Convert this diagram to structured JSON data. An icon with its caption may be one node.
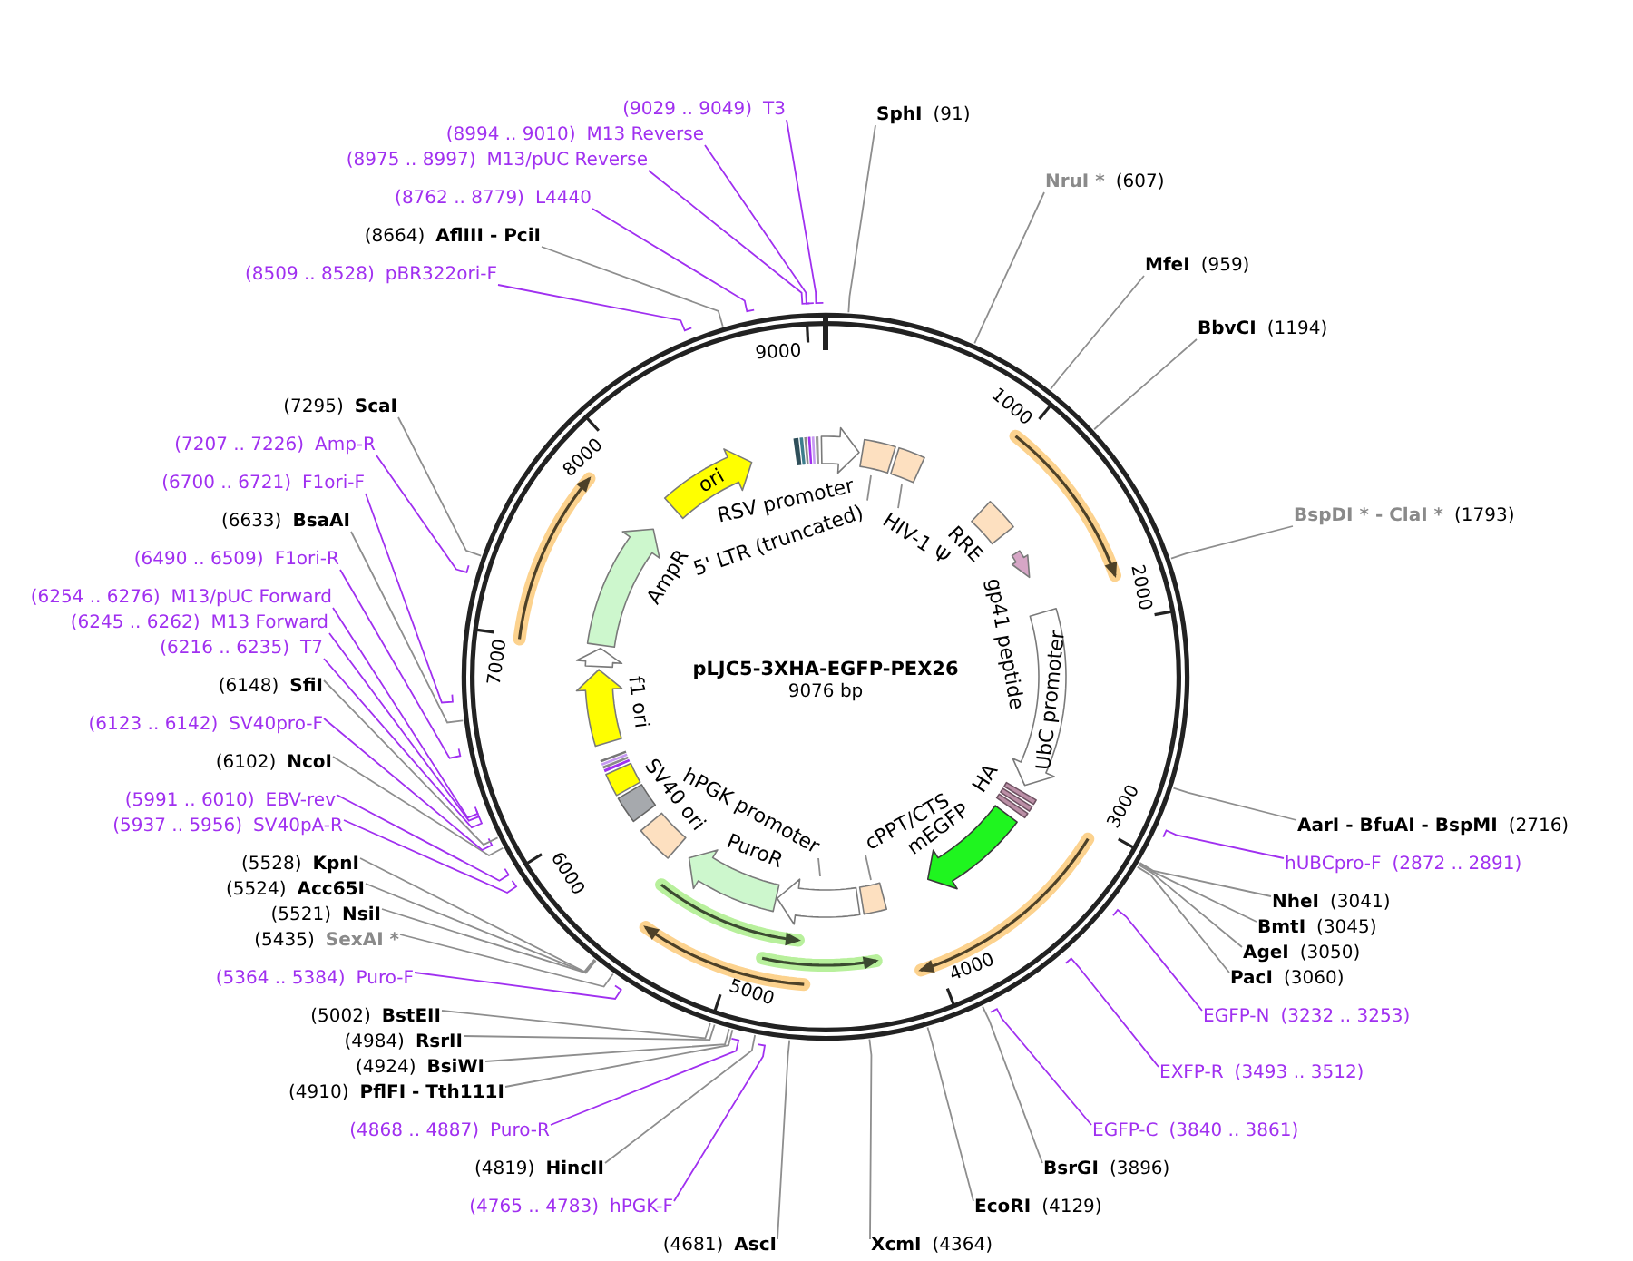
{
  "diagram": {
    "title": "pLJC5-3XHA-EGFP-PEX26",
    "nodes": [
      {
        "text": [
          "SphI",
          "(91)"
        ]
      },
      {
        "text": [
          "NruI *",
          "(607)"
        ]
      },
      {
        "text": [
          "MfeI",
          "(959)"
        ]
      },
      {
        "text": [
          "BbvCI",
          "(1194)"
        ]
      },
      {
        "text": [
          "BspDI * - ClaI *",
          "(1793)"
        ]
      },
      {
        "text": [
          "AarI - BfuAI - BspMI",
          "(2716)"
        ]
      },
      {
        "text": [
          "hUBCpro-F",
          "(2872 .. 2891)"
        ]
      },
      {
        "text": [
          "NheI",
          "(3041)"
        ]
      },
      {
        "text": [
          "BmtI",
          "(3045)"
        ]
      },
      {
        "text": [
          "AgeI",
          "(3050)"
        ]
      },
      {
        "text": [
          "PacI",
          "(3060)"
        ]
      },
      {
        "text": [
          "EGFP-N",
          "(3232 .. 3253)"
        ]
      },
      {
        "text": [
          "EXFP-R",
          "(3493 .. 3512)"
        ]
      },
      {
        "text": [
          "EGFP-C",
          "(3840 .. 3861)"
        ]
      },
      {
        "text": [
          "BsrGI",
          "(3896)"
        ]
      },
      {
        "text": [
          "EcoRI",
          "(4129)"
        ]
      },
      {
        "text": [
          "XcmI",
          "(4364)"
        ]
      },
      {
        "text": [
          "(4681)",
          "AscI"
        ]
      },
      {
        "text": [
          "(4765 .. 4783)",
          "hPGK-F"
        ]
      },
      {
        "text": [
          "(4819)",
          "HincII"
        ]
      },
      {
        "text": [
          "(4868 .. 4887)",
          "Puro-R"
        ]
      },
      {
        "text": [
          "(4910)",
          "PflFI - Tth111I"
        ]
      },
      {
        "text": [
          "(4924)",
          "BsiWI"
        ]
      },
      {
        "text": [
          "(4984)",
          "RsrII"
        ]
      },
      {
        "text": [
          "(5002)",
          "BstEII"
        ]
      },
      {
        "text": [
          "(5364 .. 5384)",
          "Puro-F"
        ]
      },
      {
        "text": [
          "(5435)",
          "SexAI *"
        ]
      },
      {
        "text": [
          "(5521)",
          "NsiI"
        ]
      },
      {
        "text": [
          "(5524)",
          "Acc65I"
        ]
      },
      {
        "text": [
          "(5528)",
          "KpnI"
        ]
      },
      {
        "text": [
          "(5937 .. 5956)",
          "SV40pA-R"
        ]
      },
      {
        "text": [
          "(5991 .. 6010)",
          "EBV-rev"
        ]
      },
      {
        "text": [
          "(6102)",
          "NcoI"
        ]
      },
      {
        "text": [
          "(6123 .. 6142)",
          "SV40pro-F"
        ]
      },
      {
        "text": [
          "(6148)",
          "SfiI"
        ]
      },
      {
        "text": [
          "(6216 .. 6235)",
          "T7"
        ]
      },
      {
        "text": [
          "(6245 .. 6262)",
          "M13 Forward"
        ]
      },
      {
        "text": [
          "(6254 .. 6276)",
          "M13/pUC Forward"
        ]
      },
      {
        "text": [
          "(6490 .. 6509)",
          "F1ori-R"
        ]
      },
      {
        "text": [
          "(6633)",
          "BsaAI"
        ]
      },
      {
        "text": [
          "(6700 .. 6721)",
          "F1ori-F"
        ]
      },
      {
        "text": [
          "(7207 .. 7226)",
          "Amp-R"
        ]
      },
      {
        "text": [
          "(7295)",
          "ScaI"
        ]
      },
      {
        "text": [
          "(8509 .. 8528)",
          "pBR322ori-F"
        ]
      },
      {
        "text": [
          "(8664)",
          "AflIII - PciI"
        ]
      },
      {
        "text": [
          "(8762 .. 8779)",
          "L4440"
        ]
      },
      {
        "text": [
          "(8975 .. 8997)",
          "M13/pUC Reverse"
        ]
      },
      {
        "text": [
          "(8994 .. 9010)",
          "M13 Reverse"
        ]
      },
      {
        "text": [
          "(9029 .. 9049)",
          "T3"
        ]
      },
      {
        "text": [],
        "shape": "arrow",
        "beside": [
          "RSV promoter"
        ]
      },
      {
        "text": [],
        "shape": "box"
      },
      {
        "text": [
          "5' LTR (truncated)"
        ]
      },
      {
        "text": [],
        "shape": "box"
      },
      {
        "text": [
          "HIV-1 Ψ"
        ]
      },
      {
        "text": [],
        "shape": "box",
        "beside": [
          "RRE"
        ]
      },
      {
        "text": [],
        "shape": "arrow",
        "beside": [
          "gp41 peptide"
        ]
      },
      {
        "text": [
          "UbC promoter"
        ]
      },
      {
        "text": [],
        "shape": "bar",
        "beside": [
          "HA"
        ]
      },
      {
        "text": [],
        "shape": "arrow",
        "beside": [
          "mEGFP"
        ]
      },
      {
        "text": [],
        "shape": "box"
      },
      {
        "text": [
          "cPPT/CTS"
        ]
      },
      {
        "text": [],
        "shape": "arrow"
      },
      {
        "text": [
          "hPGK promoter"
        ]
      },
      {
        "text": [],
        "shape": "arrow",
        "beside": [
          "PuroR"
        ]
      },
      {
        "text": [],
        "shape": "box"
      },
      {
        "text": [],
        "shape": "box"
      },
      {
        "text": [],
        "shape": "box",
        "beside": [
          "SV40 ori"
        ]
      },
      {
        "text": [],
        "shape": "arrow",
        "beside": [
          "f1 ori"
        ]
      },
      {
        "text": [],
        "shape": "arrow"
      },
      {
        "text": [],
        "shape": "arrow",
        "beside": [
          "AmpR"
        ]
      },
      {
        "text": [
          "ori"
        ]
      }
    ],
    "edges": [
      {
        "from": 0,
        "to": null,
        "arrow": "none"
      },
      {
        "from": 1,
        "to": null,
        "arrow": "none"
      },
      {
        "from": 2,
        "to": null,
        "arrow": "none"
      },
      {
        "from": 3,
        "to": null,
        "arrow": "none"
      },
      {
        "from": 4,
        "to": null,
        "arrow": "none"
      },
      {
        "from": 5,
        "to": null,
        "arrow": "none"
      },
      {
        "from": 6,
        "to": null,
        "arrow": "none",
        "color": "#a030f0"
      },
      {
        "from": 7,
        "to": null,
        "arrow": "none"
      },
      {
        "from": 8,
        "to": null,
        "arrow": "none"
      },
      {
        "from": 9,
        "to": null,
        "arrow": "none"
      },
      {
        "from": 10,
        "to": null,
        "arrow": "none"
      },
      {
        "from": 11,
        "to": null,
        "arrow": "none",
        "color": "#a030f0"
      },
      {
        "from": 12,
        "to": null,
        "arrow": "none",
        "color": "#a030f0"
      },
      {
        "from": 13,
        "to": null,
        "arrow": "none",
        "color": "#a030f0"
      },
      {
        "from": 14,
        "to": null,
        "arrow": "none"
      },
      {
        "from": 15,
        "to": null,
        "arrow": "none"
      },
      {
        "from": 16,
        "to": null,
        "arrow": "none"
      },
      {
        "from": 17,
        "to": null,
        "arrow": "none"
      },
      {
        "from": 18,
        "to": null,
        "arrow": "none",
        "color": "#a030f0"
      },
      {
        "from": 19,
        "to": null,
        "arrow": "none"
      },
      {
        "from": 20,
        "to": null,
        "arrow": "none",
        "color": "#a030f0"
      },
      {
        "from": 21,
        "to": null,
        "arrow": "none"
      },
      {
        "from": 22,
        "to": null,
        "arrow": "none"
      },
      {
        "from": 23,
        "to": null,
        "arrow": "none"
      },
      {
        "from": 24,
        "to": null,
        "arrow": "none"
      },
      {
        "from": 25,
        "to": null,
        "arrow": "none",
        "color": "#a030f0"
      },
      {
        "from": 26,
        "to": null,
        "arrow": "none"
      },
      {
        "from": 27,
        "to": null,
        "arrow": "none"
      },
      {
        "from": 28,
        "to": null,
        "arrow": "none"
      },
      {
        "from": 29,
        "to": null,
        "arrow": "none"
      },
      {
        "from": 30,
        "to": null,
        "arrow": "none",
        "color": "#a030f0"
      },
      {
        "from": 31,
        "to": null,
        "arrow": "none",
        "color": "#a030f0"
      },
      {
        "from": 32,
        "to": null,
        "arrow": "none"
      },
      {
        "from": 33,
        "to": null,
        "arrow": "none",
        "color": "#a030f0"
      },
      {
        "from": 34,
        "to": null,
        "arrow": "none"
      },
      {
        "from": 35,
        "to": null,
        "arrow": "none",
        "color": "#a030f0"
      },
      {
        "from": 36,
        "to": null,
        "arrow": "none",
        "color": "#a030f0"
      },
      {
        "from": 37,
        "to": null,
        "arrow": "none",
        "color": "#a030f0"
      },
      {
        "from": 38,
        "to": null,
        "arrow": "none",
        "color": "#a030f0"
      },
      {
        "from": 39,
        "to": null,
        "arrow": "none"
      },
      {
        "from": 40,
        "to": null,
        "arrow": "none",
        "color": "#a030f0"
      },
      {
        "from": 41,
        "to": null,
        "arrow": "none",
        "color": "#a030f0"
      },
      {
        "from": 42,
        "to": null,
        "arrow": "none"
      },
      {
        "from": 43,
        "to": null,
        "arrow": "none",
        "color": "#a030f0"
      },
      {
        "from": 44,
        "to": null,
        "arrow": "none"
      },
      {
        "from": 45,
        "to": null,
        "arrow": "none",
        "color": "#a030f0"
      },
      {
        "from": 46,
        "to": null,
        "arrow": "none",
        "color": "#a030f0"
      },
      {
        "from": 47,
        "to": null,
        "arrow": "none",
        "color": "#a030f0"
      },
      {
        "from": 48,
        "to": null,
        "arrow": "none",
        "color": "#a030f0"
      },
      {
        "from": 51,
        "to": 50,
        "arrow": "none"
      },
      {
        "from": 53,
        "to": 52,
        "arrow": "none"
      },
      {
        "from": 60,
        "to": 59,
        "arrow": "none"
      },
      {
        "from": 62,
        "to": 61,
        "arrow": "none"
      }
    ],
    "labels": [
      "9076 bp",
      "1000",
      "2000",
      "3000",
      "4000",
      "5000",
      "6000",
      "7000",
      "8000",
      "9000"
    ]
  }
}
